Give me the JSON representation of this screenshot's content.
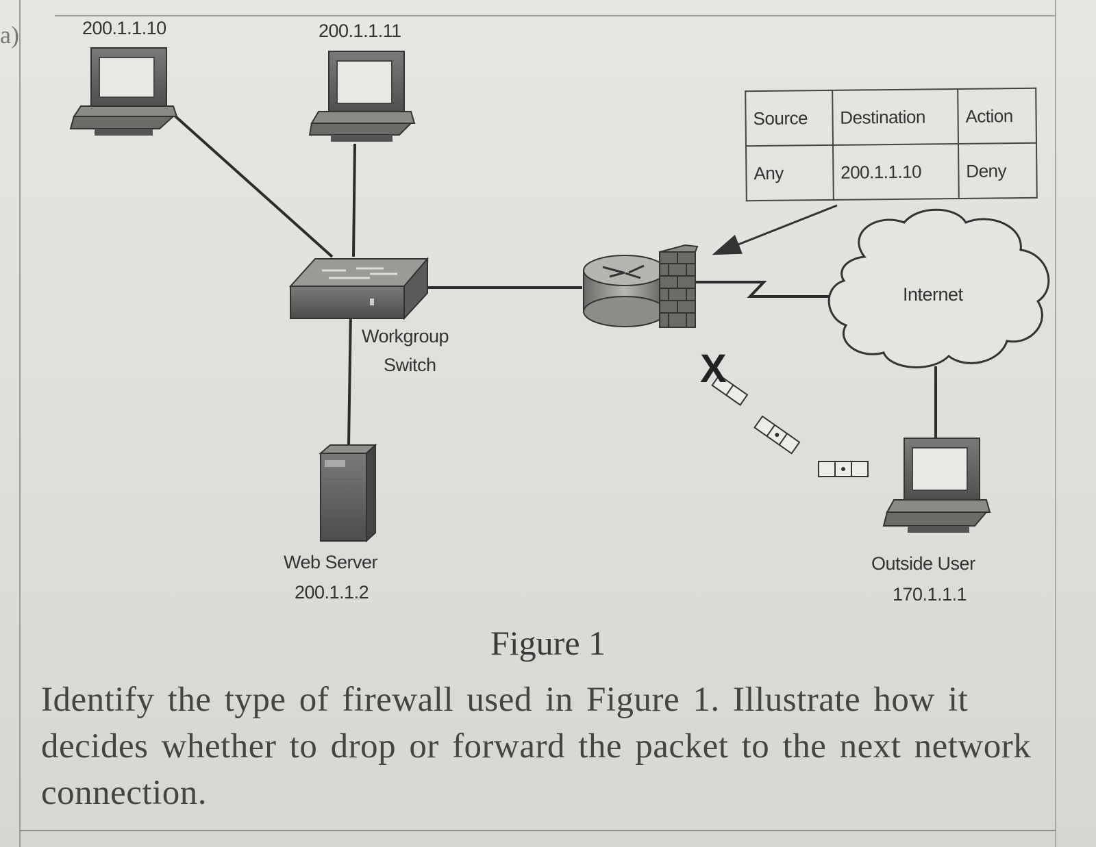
{
  "question_label": "a)",
  "nodes": {
    "pc1_ip": "200.1.1.10",
    "pc2_ip": "200.1.1.11",
    "switch_label_1": "Workgroup",
    "switch_label_2": "Switch",
    "server_label": "Web Server",
    "server_ip": "200.1.1.2",
    "internet_label": "Internet",
    "outside_label": "Outside User",
    "outside_ip": "170.1.1.1",
    "blocked_mark": "X"
  },
  "acl_table": {
    "headers": [
      "Source",
      "Destination",
      "Action"
    ],
    "rows": [
      [
        "Any",
        "200.1.1.10",
        "Deny"
      ]
    ]
  },
  "figure_caption": "Figure 1",
  "question_text": "Identify the type of firewall used in Figure 1. Illustrate how it decides whether to drop or forward the packet to the next network connection."
}
